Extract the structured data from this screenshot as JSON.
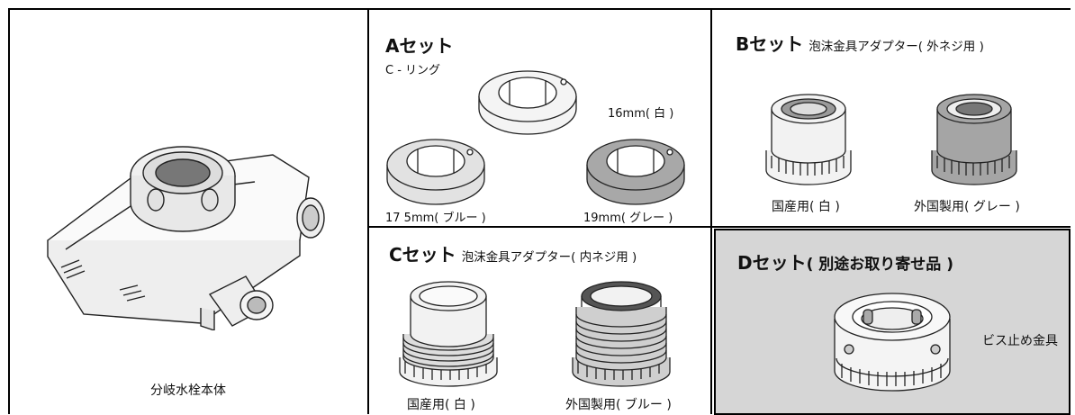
{
  "main_unit": {
    "caption": "分岐水栓本体"
  },
  "set_a": {
    "title": "Aセット",
    "c_ring_label": "C - リング",
    "rings": [
      {
        "label": "16mm( 白 )",
        "color": "#f4f4f4"
      },
      {
        "label": "17 5mm( ブルー )",
        "color": "#e2e2e2"
      },
      {
        "label": "19mm( グレー )",
        "color": "#a8a8a8"
      }
    ]
  },
  "set_b": {
    "title": "Bセット",
    "subtitle": "泡沫金具アダプター( 外ネジ用 )",
    "items": [
      {
        "label": "国産用( 白 )",
        "color": "#f2f2f2"
      },
      {
        "label": "外国製用( グレー )",
        "color": "#a5a5a5"
      }
    ]
  },
  "set_c": {
    "title": "Cセット",
    "subtitle": "泡沫金具アダプター( 内ネジ用 )",
    "items": [
      {
        "label": "国産用( 白 )",
        "color": "#f2f2f2"
      },
      {
        "label": "外国製用( ブルー )",
        "color": "#cfcfcf"
      }
    ]
  },
  "set_d": {
    "title": "Dセット",
    "subtitle": "( 別途お取り寄せ品 )",
    "item_label": "ビス止め金具",
    "background": "#d6d6d6"
  }
}
